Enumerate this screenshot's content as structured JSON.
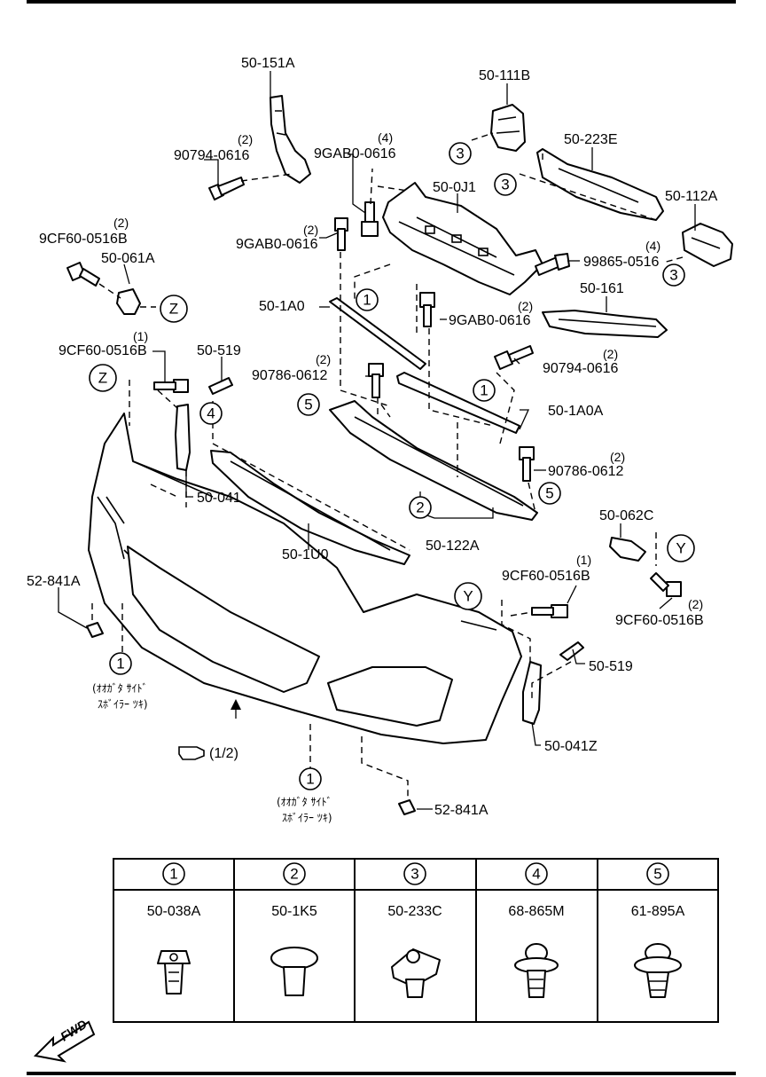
{
  "parts": {
    "p50_151A": "50-151A",
    "p50_111B": "50-111B",
    "p50_223E": "50-223E",
    "p50_112A": "50-112A",
    "p50_0J1": "50-0J1",
    "p90794_0616_a": "90794-0616",
    "p90794_0616_a_qty": "(2)",
    "p9GAB0_0616_a": "9GAB0-0616",
    "p9GAB0_0616_a_qty": "(4)",
    "p9GAB0_0616_b": "9GAB0-0616",
    "p9GAB0_0616_b_qty": "(2)",
    "p9GAB0_0616_c": "9GAB0-0616",
    "p9GAB0_0616_c_qty": "(2)",
    "p99865_0516": "99865-0516",
    "p99865_0516_qty": "(4)",
    "p9CF60_0516B_a": "9CF60-0516B",
    "p9CF60_0516B_a_qty": "(2)",
    "p50_061A": "50-061A",
    "p50_1A0": "50-1A0",
    "p50_161": "50-161",
    "p90794_0616_b": "90794-0616",
    "p90794_0616_b_qty": "(2)",
    "p9CF60_0516B_b": "9CF60-0516B",
    "p9CF60_0516B_b_qty": "(1)",
    "p50_519_a": "50-519",
    "p90786_0612_a": "90786-0612",
    "p90786_0612_a_qty": "(2)",
    "p50_1A0A": "50-1A0A",
    "p90786_0612_b": "90786-0612",
    "p90786_0612_b_qty": "(2)",
    "p50_041": "50-041",
    "p50_1U0": "50-1U0",
    "p50_122A": "50-122A",
    "p50_062C": "50-062C",
    "p9CF60_0516B_c": "9CF60-0516B",
    "p9CF60_0516B_c_qty": "(1)",
    "p9CF60_0516B_d": "9CF60-0516B",
    "p9CF60_0516B_d_qty": "(2)",
    "p52_841A_a": "52-841A",
    "p50_519_b": "50-519",
    "p50_041Z": "50-041Z",
    "p52_841A_b": "52-841A"
  },
  "notes": {
    "side_spoiler_a_line1": "(ｵｵｶﾞﾀ ｻｲﾄﾞ",
    "side_spoiler_a_line2": "ｽﾎﾞｲﾗｰ ﾂｷ)",
    "side_spoiler_b_line1": "(ｵｵｶﾞﾀ ｻｲﾄﾞ",
    "side_spoiler_b_line2": "ｽﾎﾞｲﾗｰ ﾂｷ)",
    "ref_page": "(1/2)",
    "fwd": "FWD"
  },
  "callouts": {
    "c1": "1",
    "c2": "2",
    "c3": "3",
    "c4": "4",
    "c5": "5",
    "Z": "Z",
    "Y": "Y"
  },
  "legend": [
    {
      "num": "1",
      "part": "50-038A"
    },
    {
      "num": "2",
      "part": "50-1K5"
    },
    {
      "num": "3",
      "part": "50-233C"
    },
    {
      "num": "4",
      "part": "68-865M"
    },
    {
      "num": "5",
      "part": "61-895A"
    }
  ]
}
